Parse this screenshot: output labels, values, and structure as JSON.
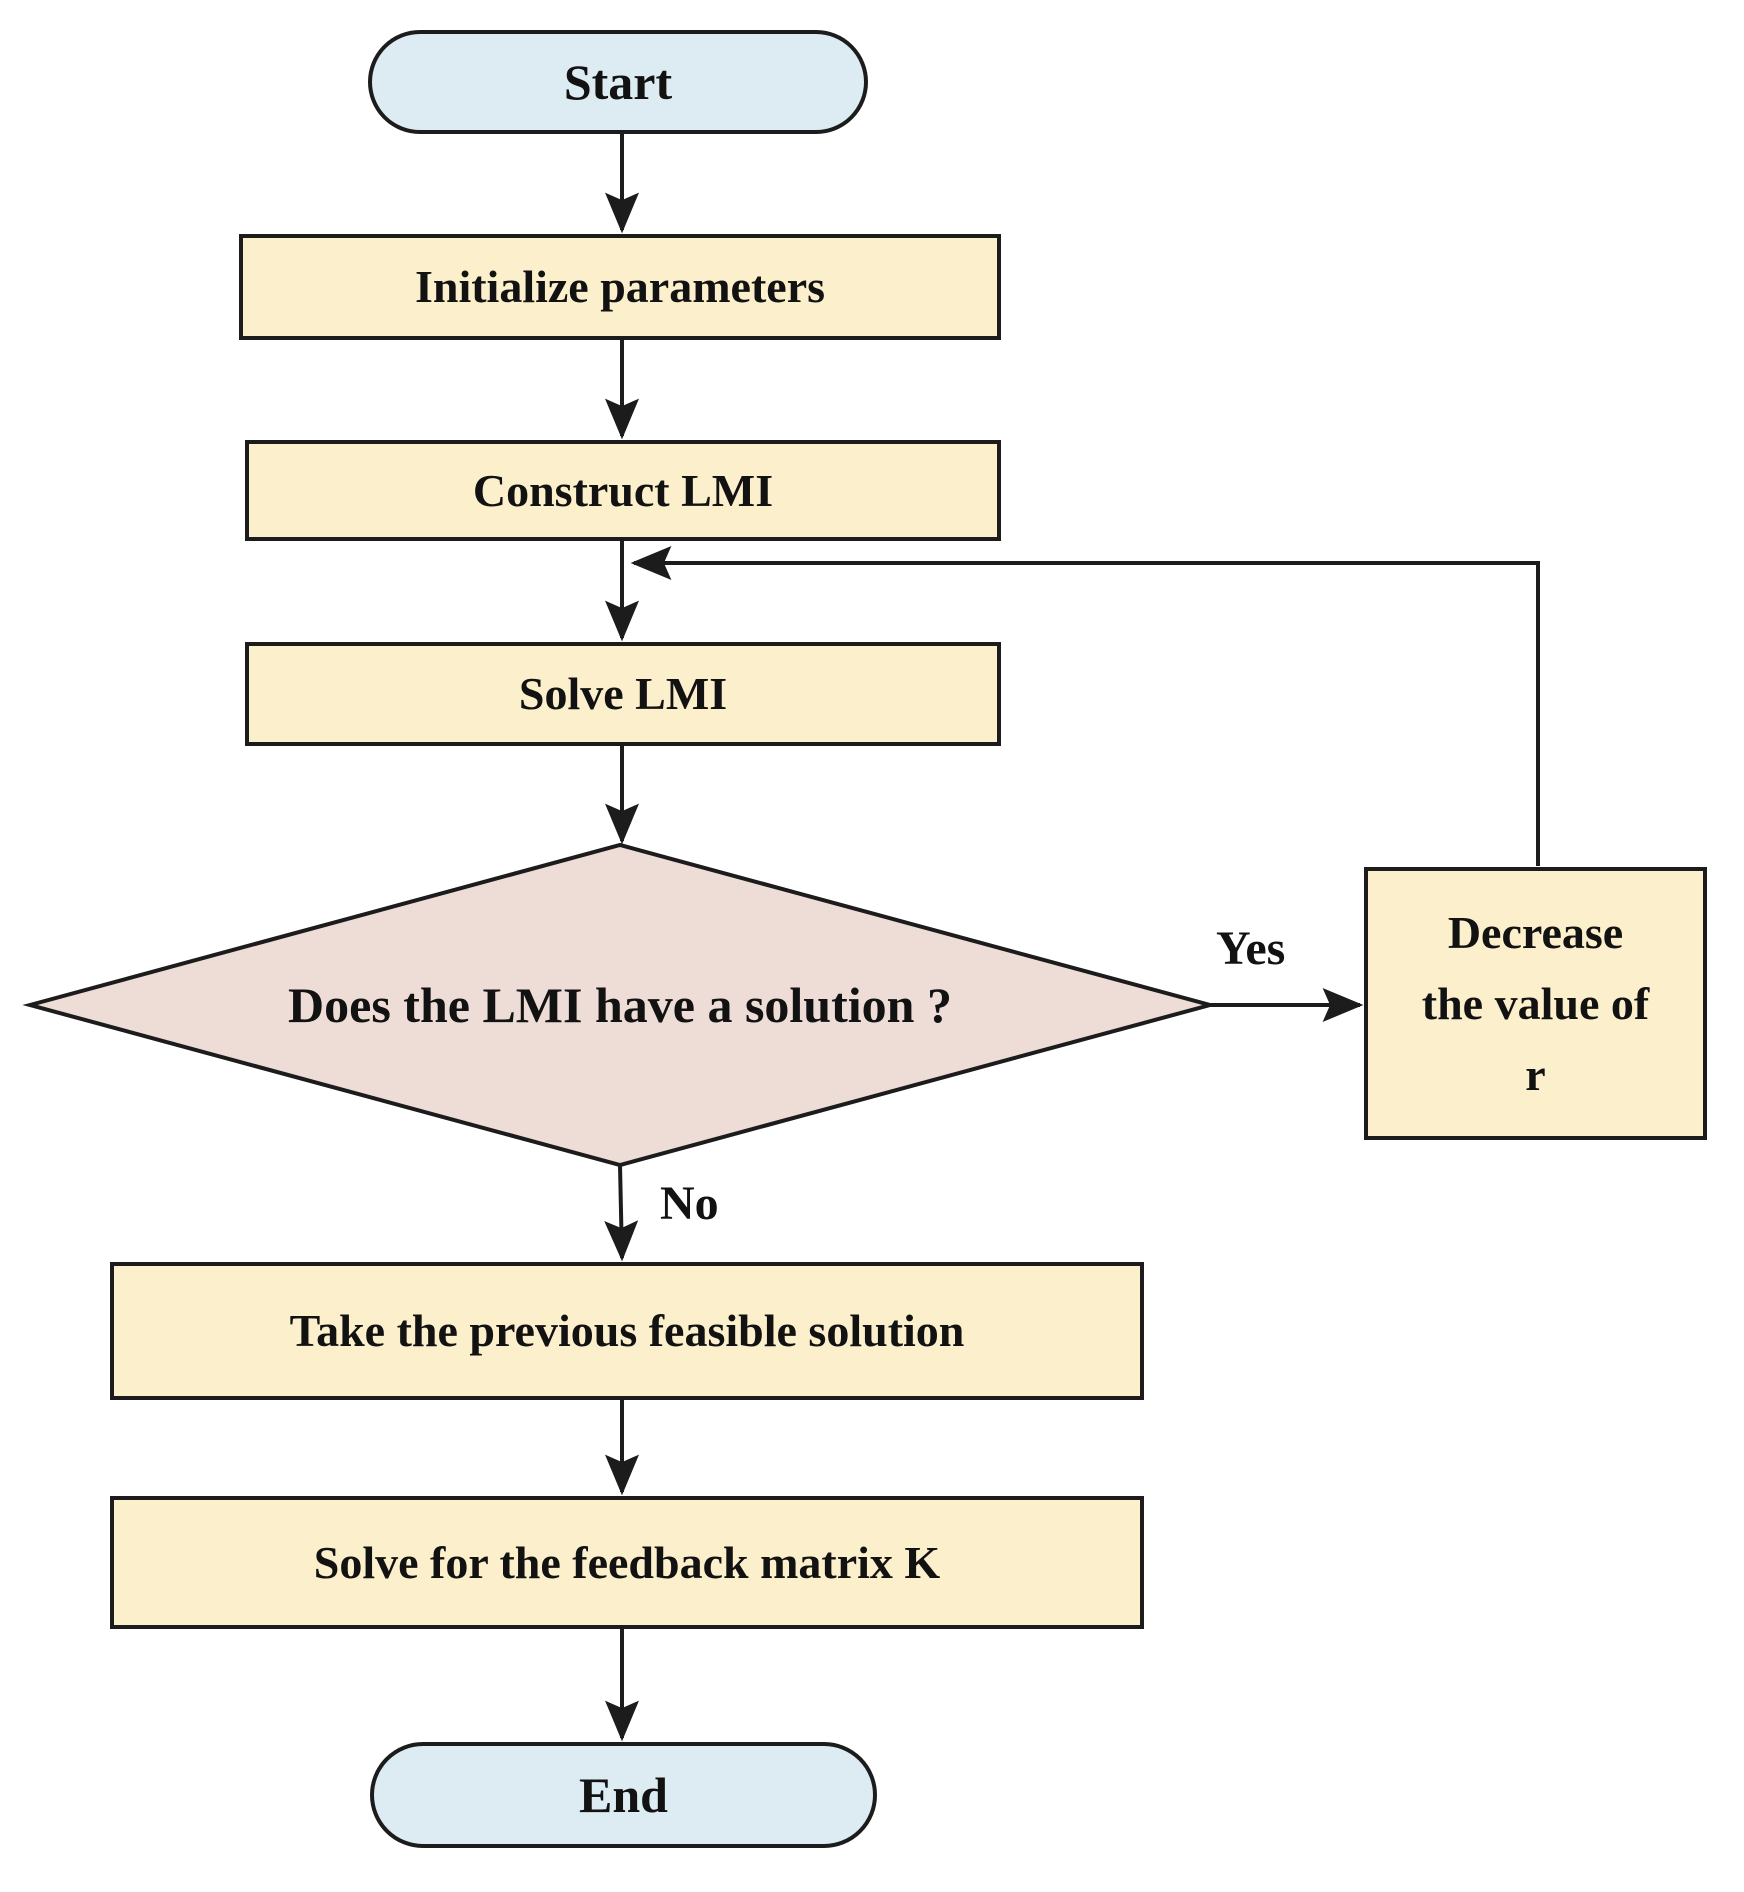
{
  "colors": {
    "terminal_fill": "#dcecf2",
    "process_fill": "#fcf0cc",
    "decision_fill": "#eedcd6",
    "stroke": "#1c1c1c",
    "text": "#121212"
  },
  "nodes": {
    "start": {
      "type": "terminal",
      "label": "Start"
    },
    "initialize": {
      "type": "process",
      "label": "Initialize parameters"
    },
    "construct": {
      "type": "process",
      "label": "Construct LMI"
    },
    "solve": {
      "type": "process",
      "label": "Solve LMI"
    },
    "decision": {
      "type": "decision",
      "label": "Does the LMI have a solution ?"
    },
    "decrease": {
      "type": "process",
      "label": "Decrease the value of r",
      "lines": [
        "Decrease",
        "the value of",
        "r"
      ]
    },
    "take": {
      "type": "process",
      "label": "Take the previous feasible solution"
    },
    "solve_k": {
      "type": "process",
      "label": "Solve for the feedback matrix K"
    },
    "end": {
      "type": "terminal",
      "label": "End"
    }
  },
  "edges": {
    "yes_label": "Yes",
    "no_label": "No"
  }
}
